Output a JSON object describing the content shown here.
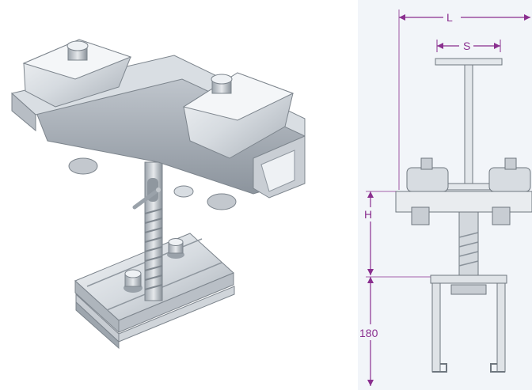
{
  "figure": {
    "left_view": "isometric-clamp-assembly",
    "right_view": "technical-cross-section",
    "accent_color": "#8a2f8f",
    "metal_color": "#d4d9df",
    "panel_background": "#f2f5f9"
  },
  "dimensions": {
    "L": "L",
    "S": "S",
    "H": "H",
    "rail_height": "180"
  }
}
